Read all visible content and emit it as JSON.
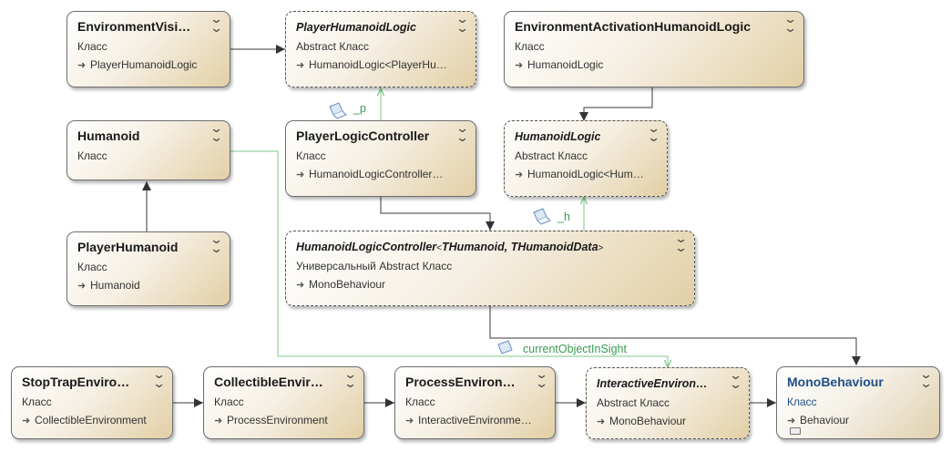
{
  "classes": {
    "env_visibility": {
      "title": "EnvironmentVisi…",
      "kind": "Класс",
      "base": "PlayerHumanoidLogic"
    },
    "player_humanoid_logic": {
      "title": "PlayerHumanoidLogic",
      "kind": "Abstract Класс",
      "base": "HumanoidLogic<PlayerHu…"
    },
    "env_activation": {
      "title": "EnvironmentActivationHumanoidLogic",
      "kind": "Класс",
      "base": "HumanoidLogic"
    },
    "humanoid": {
      "title": "Humanoid",
      "kind": "Класс"
    },
    "player_logic_controller": {
      "title": "PlayerLogicController",
      "kind": "Класс",
      "base": "HumanoidLogicController…"
    },
    "humanoid_logic": {
      "title": "HumanoidLogic",
      "kind": "Abstract Класс",
      "base": "HumanoidLogic<Hum…"
    },
    "player_humanoid": {
      "title": "PlayerHumanoid",
      "kind": "Класс",
      "base": "Humanoid"
    },
    "humanoid_logic_controller": {
      "title": "HumanoidLogicController",
      "generic_open": "<",
      "generic_params": "THumanoid, THumanoidData",
      "generic_close": ">",
      "kind": "Универсальный Abstract Класс",
      "base": "MonoBehaviour"
    },
    "stop_trap": {
      "title": "StopTrapEnviro…",
      "kind": "Класс",
      "base": "CollectibleEnvironment"
    },
    "collectible": {
      "title": "CollectibleEnvir…",
      "kind": "Класс",
      "base": "ProcessEnvironment"
    },
    "process": {
      "title": "ProcessEnviron…",
      "kind": "Класс",
      "base": "InteractiveEnvironme…"
    },
    "interactive": {
      "title": "InteractiveEnviron…",
      "kind": "Abstract Класс",
      "base": "MonoBehaviour"
    },
    "mono_behaviour": {
      "title": "MonoBehaviour",
      "kind": "Класс",
      "base": "Behaviour"
    }
  },
  "associations": {
    "p": "_p",
    "h": "_h",
    "current_object": "currentObjectInSight"
  },
  "colors": {
    "association": "#7ec98a",
    "inheritance": "#333333",
    "mono_title": "#1e4f86"
  }
}
